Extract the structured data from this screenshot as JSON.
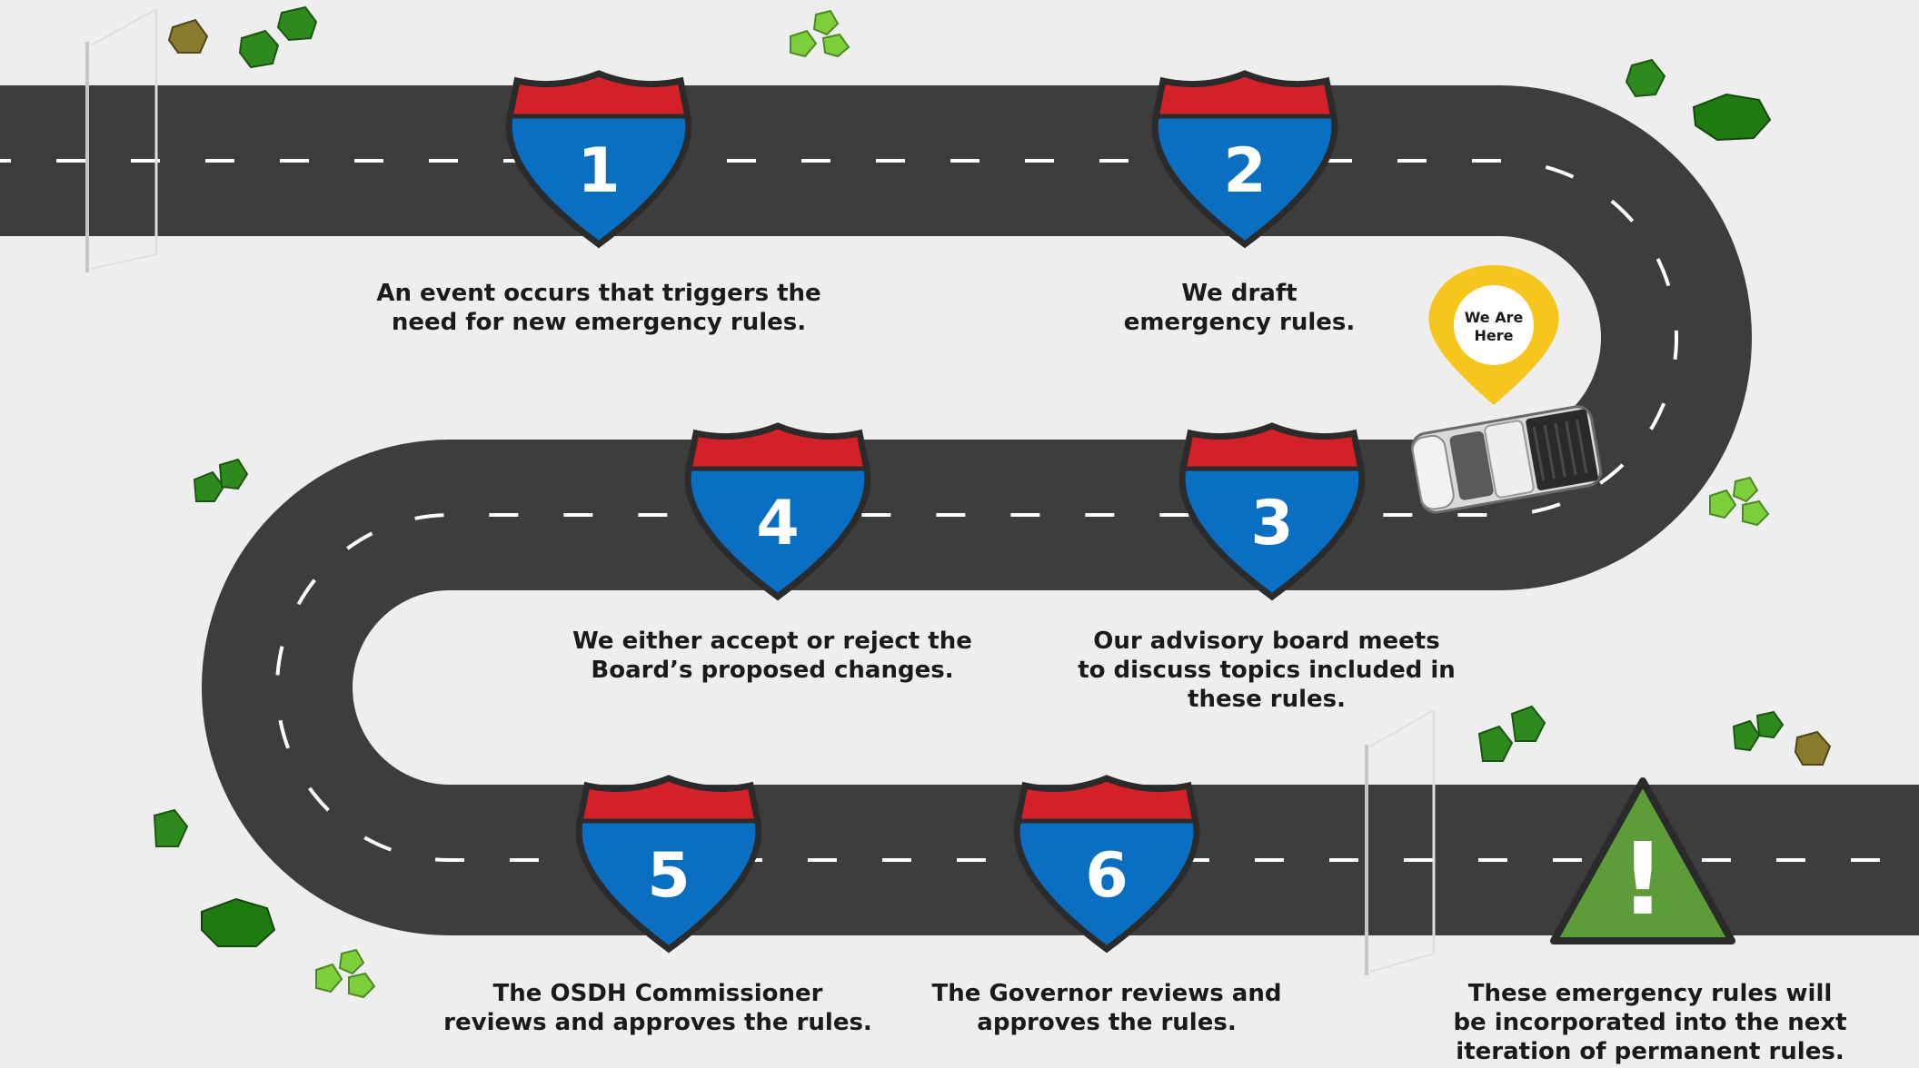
{
  "colors": {
    "background": "#eeeeee",
    "road": "#3d3d3d",
    "road_edge": "#2e2e2e",
    "lane_marking": "#ffffff",
    "shield_blue": "#0a6fc2",
    "shield_red": "#d42029",
    "shield_outline": "#2b2b2b",
    "warning_green": "#5e9c3a",
    "marker_yellow": "#f6c61c",
    "text": "#1a1a1a"
  },
  "steps": [
    {
      "number": "1",
      "caption_lines": [
        "An event occurs that triggers the",
        "need for new emergency rules."
      ]
    },
    {
      "number": "2",
      "caption_lines": [
        "We draft",
        "emergency rules."
      ]
    },
    {
      "number": "3",
      "caption_lines": [
        "Our advisory board meets",
        "to discuss topics included in",
        "these rules."
      ]
    },
    {
      "number": "4",
      "caption_lines": [
        "We either accept or reject the",
        "Board’s proposed changes."
      ]
    },
    {
      "number": "5",
      "caption_lines": [
        "The OSDH Commissioner",
        "reviews and approves the rules."
      ]
    },
    {
      "number": "6",
      "caption_lines": [
        "The Governor reviews and",
        "approves the rules."
      ]
    }
  ],
  "final": {
    "icon": "warning-icon",
    "symbol": "!",
    "caption_lines": [
      "These emergency rules will",
      "be incorporated into the next",
      "iteration of permanent rules."
    ]
  },
  "marker": {
    "icon": "location-pin-icon",
    "label_lines": [
      "We Are",
      "Here"
    ]
  },
  "vehicle": {
    "icon": "pickup-truck-icon"
  },
  "decorations": {
    "icons": [
      "bush-icon",
      "rock-icon",
      "fence-post-icon"
    ]
  }
}
